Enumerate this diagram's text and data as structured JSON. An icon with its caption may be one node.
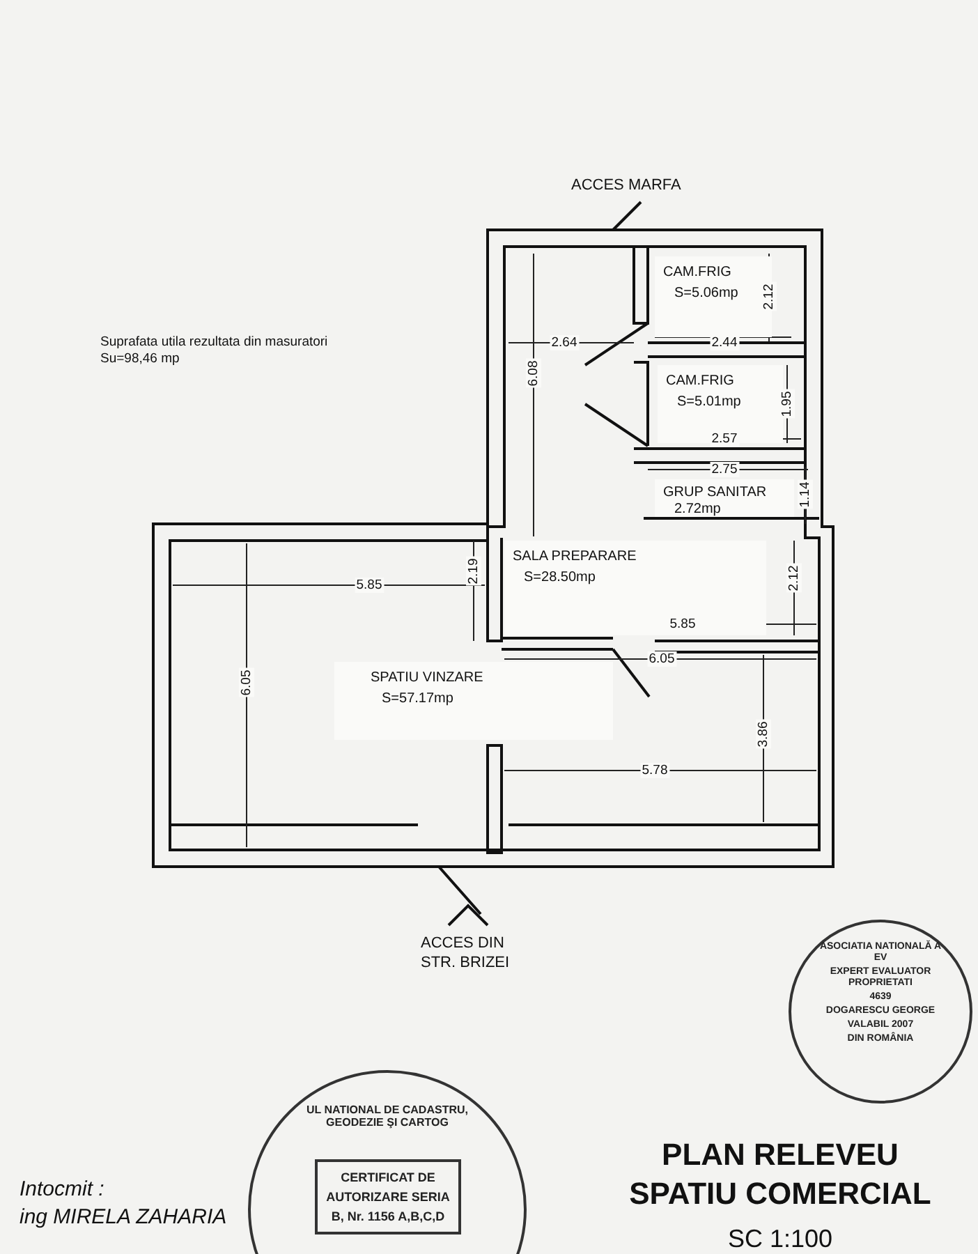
{
  "diagram": {
    "title": "PLAN RELEVEU SPATIU COMERCIAL",
    "nodes": [
      {
        "text": [
          "CAM.FRIG",
          "S=5.06mp"
        ]
      },
      {
        "text": [
          "CAM.FRIG",
          "S=5.01mp"
        ]
      },
      {
        "text": [
          "GRUP SANITAR",
          "2.72mp"
        ]
      },
      {
        "text": [
          "SALA PREPARARE",
          "S=28.50mp"
        ]
      },
      {
        "text": [
          "SPATIU VINZARE",
          "S=57.17mp"
        ]
      },
      {
        "text": [
          "ASOCIATIA NATIONALĂ A EV",
          "EXPERT EVALUATOR PROPRIETATI",
          "4639",
          "DOGARESCU GEORGE",
          "VALABIL 2007",
          "DIN ROMÂNIA"
        ]
      },
      {
        "text": [
          "UL NATIONAL DE CADASTRU, GEODEZIE ŞI CARTOG"
        ]
      },
      {
        "text": [
          "CERTIFICAT DE AUTORIZARE SERIA B, Nr. 1156 A,B,C,D"
        ],
        "in": 6
      }
    ],
    "edges": [],
    "labels": [
      "ACCES MARFA",
      "Suprafata utila rezultata din masuratori Su=98,46 mp",
      "2.12",
      "2.64",
      "2.44",
      "6.08",
      "1.95",
      "2.57",
      "2.75",
      "1.14",
      "5.85",
      "2.19",
      "5.85",
      "2.12",
      "6.05",
      "6.05",
      "3.86",
      "5.78",
      "ACCES DIN STR. BRIZEI",
      "Intocmit :",
      "ing MIRELA ZAHARIA",
      "SC 1:100"
    ]
  }
}
